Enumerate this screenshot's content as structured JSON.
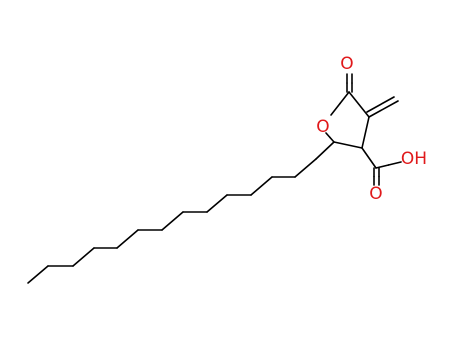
{
  "molecule": {
    "atom_labels": {
      "ring_oxygen": "O",
      "carbonyl_oxygen": "O",
      "acid_carbonyl_oxygen": "O",
      "hydroxyl": "OH"
    },
    "colors": {
      "carbon_bond": "#000000",
      "oxygen": "#e0191b"
    }
  }
}
